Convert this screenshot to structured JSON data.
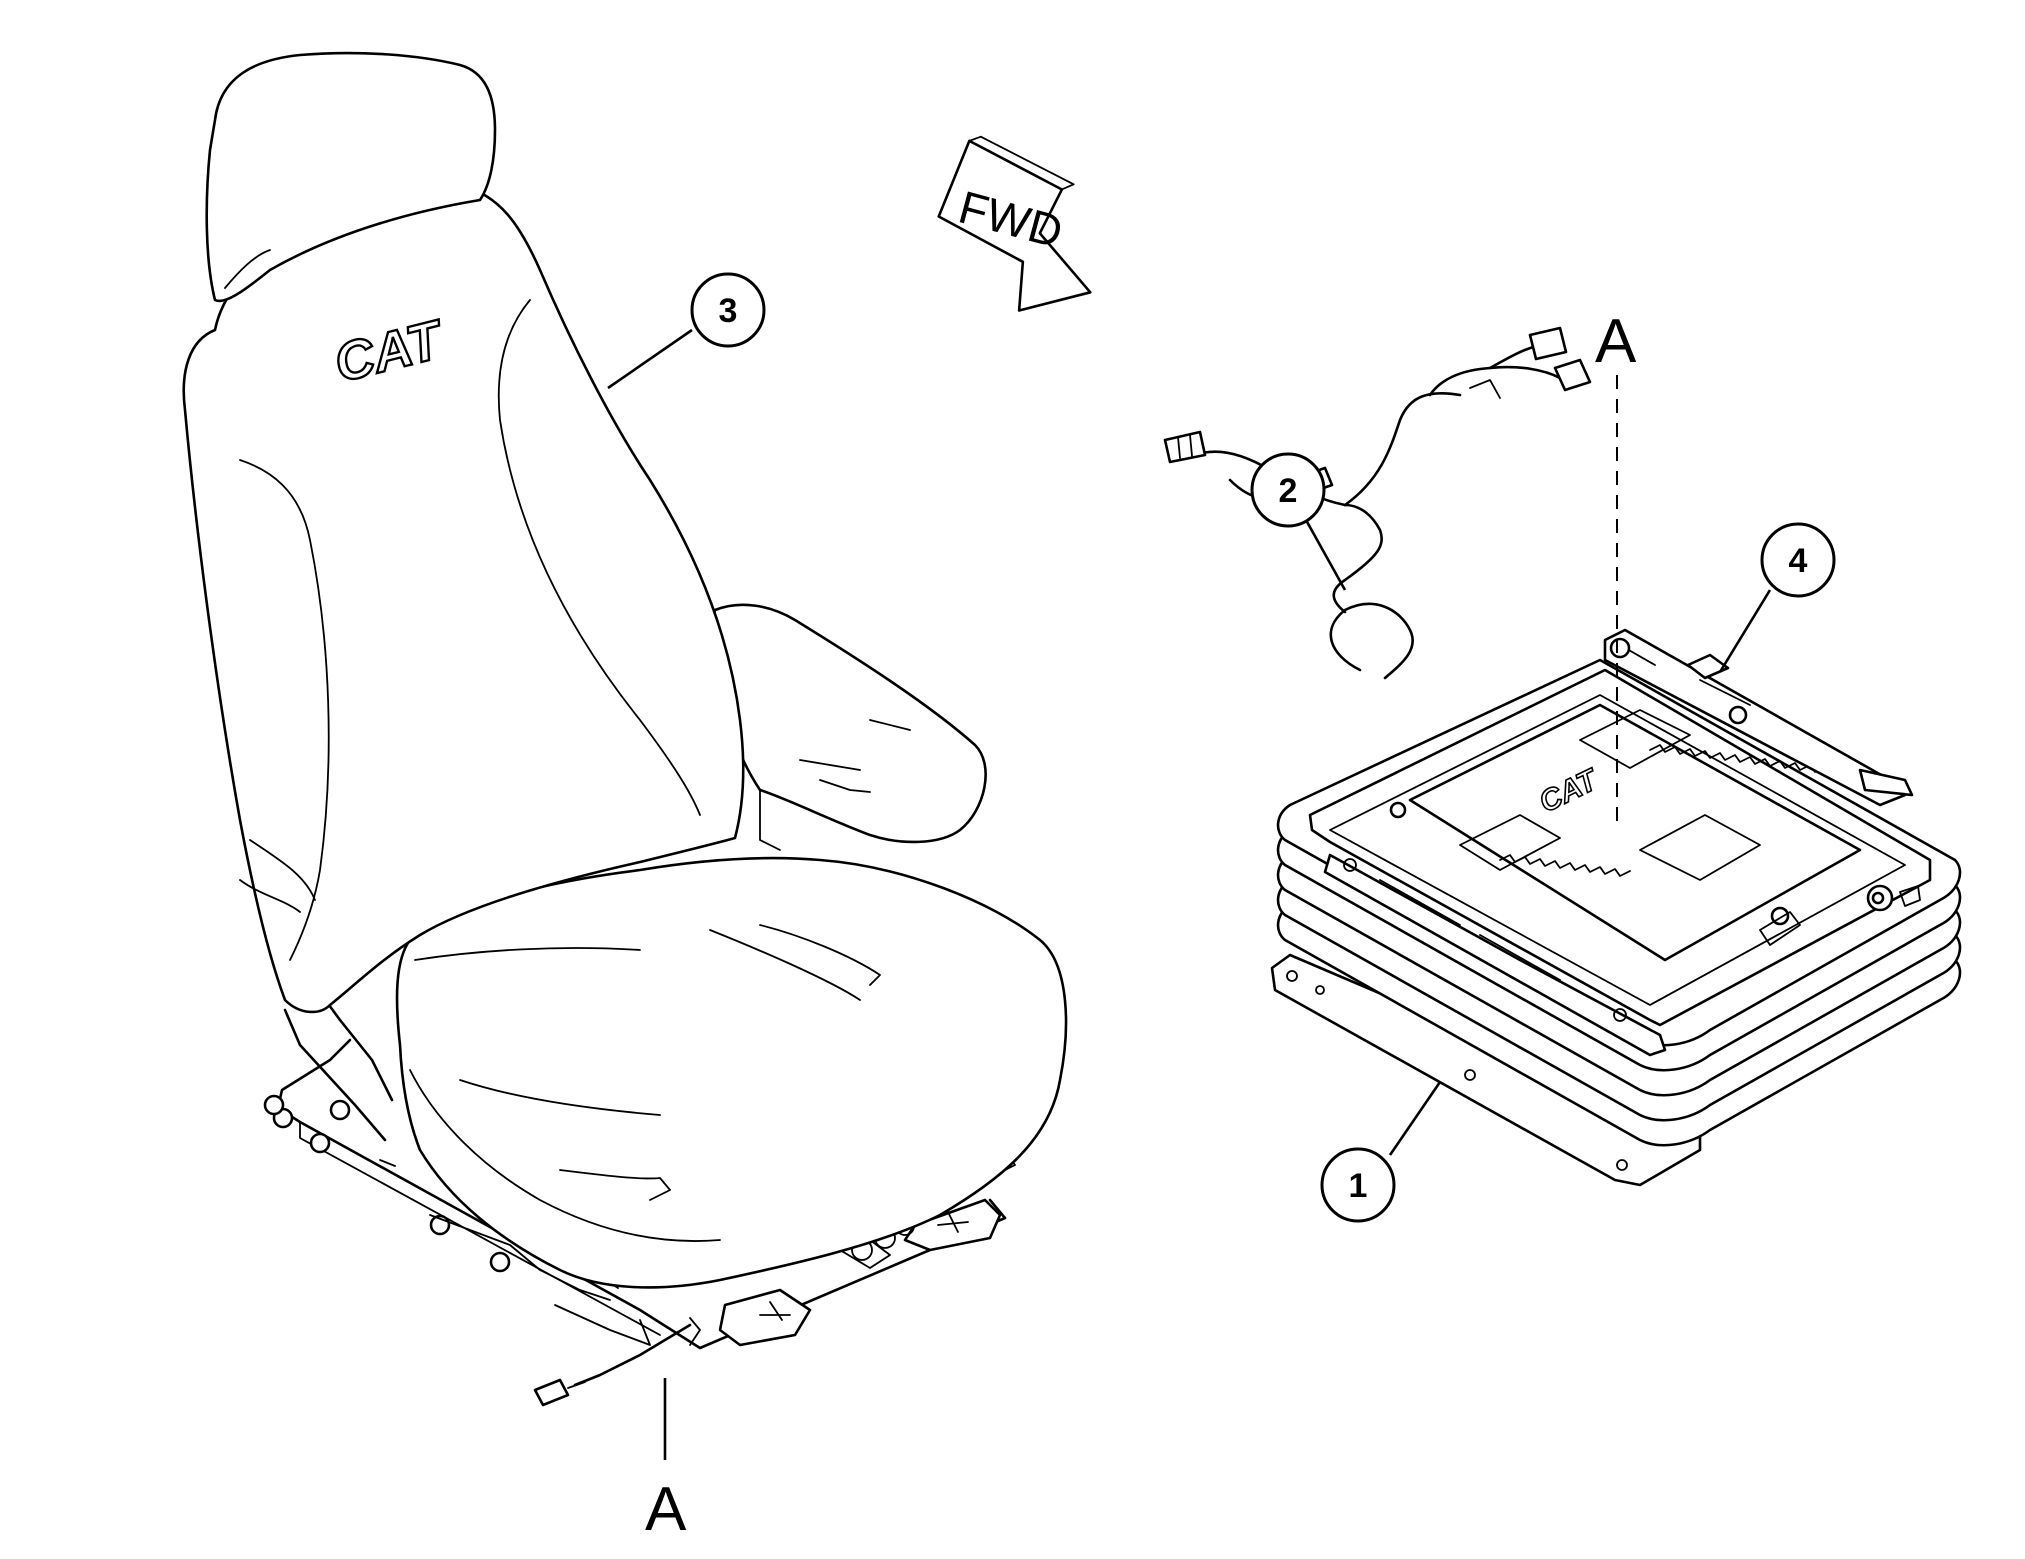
{
  "direction_arrow": {
    "label": "FWD"
  },
  "section_markers": [
    {
      "label": "A"
    },
    {
      "label": "A"
    }
  ],
  "callouts": [
    {
      "number": "3",
      "part": "seat"
    },
    {
      "number": "2",
      "part": "wiring-harness"
    },
    {
      "number": "4",
      "part": "seat-slide-rails"
    },
    {
      "number": "1",
      "part": "suspension-base"
    }
  ],
  "logos": {
    "seat_back_logo": "CAT",
    "plate_logo": "CAT"
  },
  "colors": {
    "line": "#000000",
    "background": "#ffffff"
  }
}
